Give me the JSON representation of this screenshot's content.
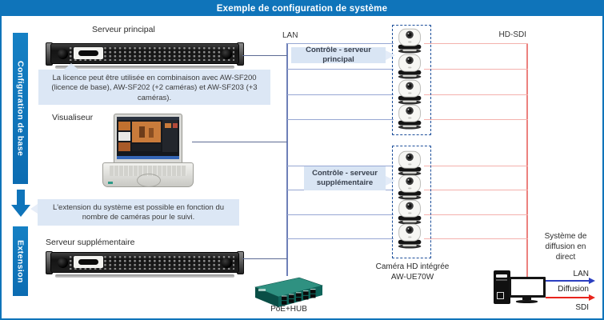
{
  "header": {
    "title": "Exemple de configuration de système"
  },
  "sidebar": {
    "base": "Configuration de base",
    "extension": "Extension"
  },
  "nodes": {
    "main_server": "Serveur principal",
    "viewer": "Visualiseur",
    "additional_server": "Serveur supplémentaire",
    "camera_name": "Caméra HD intégrée",
    "camera_model": "AW-UE70W",
    "camera_count": 8,
    "hub": "PoE+HUB",
    "live_system": "Système de diffusion en direct"
  },
  "notes": {
    "license": "La licence peut être utilisée en combinaison avec AW-SF200 (licence de base), AW-SF202 (+2 caméras) et AW-SF203 (+3 caméras).",
    "extension": "L'extension du système est possible en fonction du nombre de caméras pour le suivi."
  },
  "callouts": {
    "main": "Contrôle - serveur principal",
    "additional": "Contrôle - serveur supplémentaire"
  },
  "buses": {
    "lan": "LAN",
    "hd_sdi": "HD-SDI"
  },
  "outputs": {
    "lan": "LAN",
    "diffusion": "Diffusion",
    "sdi": "SDI"
  },
  "colors": {
    "accent_blue": "#0f74ba",
    "lan_line": "#97a7d3",
    "sdi_line": "#f4b1ad",
    "arrow_blue": "#2b3fc0",
    "arrow_red": "#e8251c",
    "dashed_box": "#1d4f9b"
  }
}
